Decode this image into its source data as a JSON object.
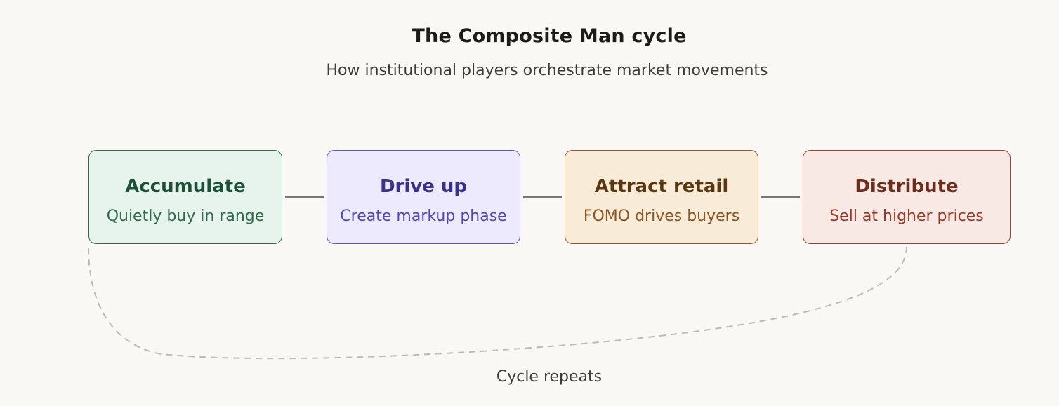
{
  "header": {
    "title": "The Composite Man cycle",
    "subtitle": "How institutional players orchestrate market movements"
  },
  "stages": [
    {
      "title": "Accumulate",
      "description": "Quietly buy in range",
      "colors": {
        "fill": "#e6f4ed",
        "border": "#2f6a4a",
        "title": "#1e4f37",
        "text": "#2f6a4a"
      }
    },
    {
      "title": "Drive up",
      "description": "Create markup phase",
      "colors": {
        "fill": "#eceafc",
        "border": "#5e55c4",
        "title": "#3a3189",
        "text": "#5148b7"
      }
    },
    {
      "title": "Attract retail",
      "description": "FOMO drives buyers",
      "colors": {
        "fill": "#f8ecd9",
        "border": "#8c5a2b",
        "title": "#5b3711",
        "text": "#8a5522"
      }
    },
    {
      "title": "Distribute",
      "description": "Sell at higher prices",
      "colors": {
        "fill": "#f9e9e5",
        "border": "#a3402c",
        "title": "#6c2d1c",
        "text": "#9a3a26"
      }
    }
  ],
  "loop": {
    "label": "Cycle repeats",
    "color": "#bdbab3"
  }
}
